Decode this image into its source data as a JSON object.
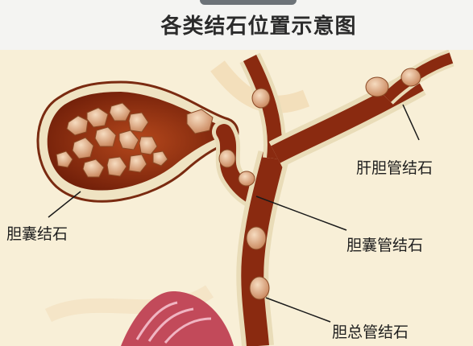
{
  "title": "各类结石位置示意图",
  "labels": {
    "intrahepatic": "肝胆管结石",
    "gallbladder": "胆囊结石",
    "cystic_duct": "胆囊管结石",
    "common_bile_duct": "胆总管结石"
  },
  "colors": {
    "background": "#f8efd7",
    "duct_wall": "#e9dcb8",
    "duct_fill": "#8a2a10",
    "stone": "#e9c7a3",
    "leader_line": "#1a1a1a"
  }
}
